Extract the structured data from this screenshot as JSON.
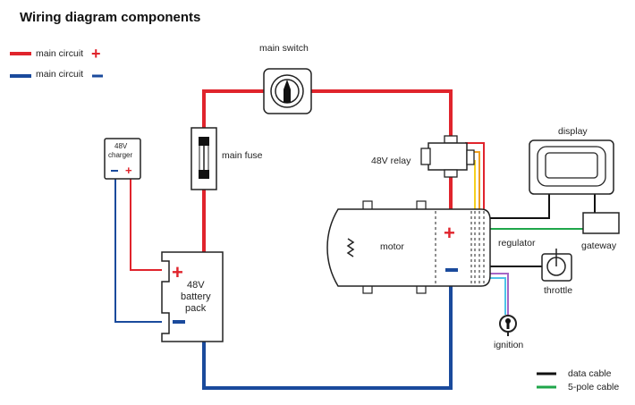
{
  "title": "Wiring diagram components",
  "legend": {
    "main_pos": "main circuit",
    "main_neg": "main circuit",
    "data": "data cable",
    "five_pole": "5-pole cable"
  },
  "labels": {
    "main_switch": "main switch",
    "main_fuse": "main fuse",
    "relay": "48V relay",
    "display": "display",
    "motor": "motor",
    "regulator": "regulator",
    "gateway": "gateway",
    "throttle": "throttle",
    "ignition": "ignition",
    "charger_line1": "48V",
    "charger_line2": "charger",
    "battery_line1": "48V",
    "battery_line2": "battery",
    "battery_line3": "pack"
  },
  "symbols": {
    "plus": "+",
    "minus": "−"
  },
  "colors": {
    "positive": "#e0242c",
    "negative": "#1a4a9c",
    "data_cable": "#111111",
    "five_pole_cable": "#1fa64a",
    "ignition_purple": "#a566c6",
    "ignition_cyan": "#4fc3e8",
    "relay_orange": "#f0a020",
    "relay_yellow": "#f5d020"
  }
}
